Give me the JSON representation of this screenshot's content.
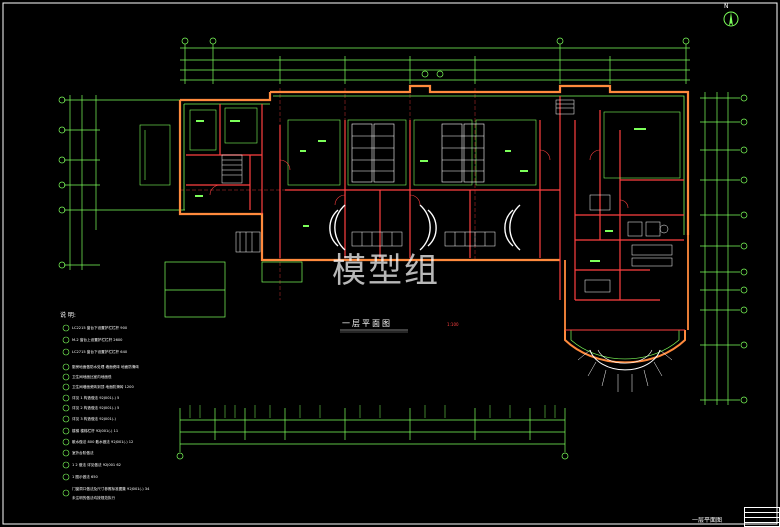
{
  "drawing": {
    "plan_title": "一层平面图",
    "plan_scale": "1:100",
    "watermark": "模型组",
    "north_mark": "N",
    "sheet_caption": "一层平面图"
  },
  "notes": {
    "heading": "说 明:",
    "items": [
      {
        "num": "1",
        "text": "LC2215   窗台下设置护栏栏杆    900"
      },
      {
        "num": "2",
        "text": "M-2   窗台上设置护栏栏杆      2600"
      },
      {
        "num": "3",
        "text": "LC2715   窗台下设置护栏栏杆    640"
      },
      {
        "num": "4",
        "text": "厨房地面做防水处理 墙面瓷砖   地面防滑砖"
      },
      {
        "num": "5",
        "text": "卫生间地面比室内地面低"
      },
      {
        "num": "6",
        "text": "卫生间墙面瓷砖到顶 地面防滑砖    1200"
      },
      {
        "num": "7",
        "text": "详见  1  构造做法        92J001(-)      5"
      },
      {
        "num": "8",
        "text": "详见  2  构造做法        92J001(-)      5"
      },
      {
        "num": "9",
        "text": "详见  3  构造做法        92J001(-)"
      },
      {
        "num": "10",
        "text": "楼梯    楼梯栏杆        92J001(-)      11"
      },
      {
        "num": "11",
        "text": "散水做法         800    散水做法     92J001(-)     12"
      },
      {
        "num": "12",
        "text": "室外台阶做法"
      },
      {
        "num": "13",
        "text": "1    2  做法    详见做法  92J001      62"
      },
      {
        "num": "14",
        "text": "1    图示做法         650"
      },
      {
        "num": "15",
        "text": "门窗洞口做法及尺寸参照标准图集        92J001(-)      34"
      },
      {
        "num": "16",
        "text": "未注明的做法均按规范执行"
      }
    ]
  },
  "title_block": {
    "rows": [
      "",
      "",
      "",
      ""
    ]
  }
}
